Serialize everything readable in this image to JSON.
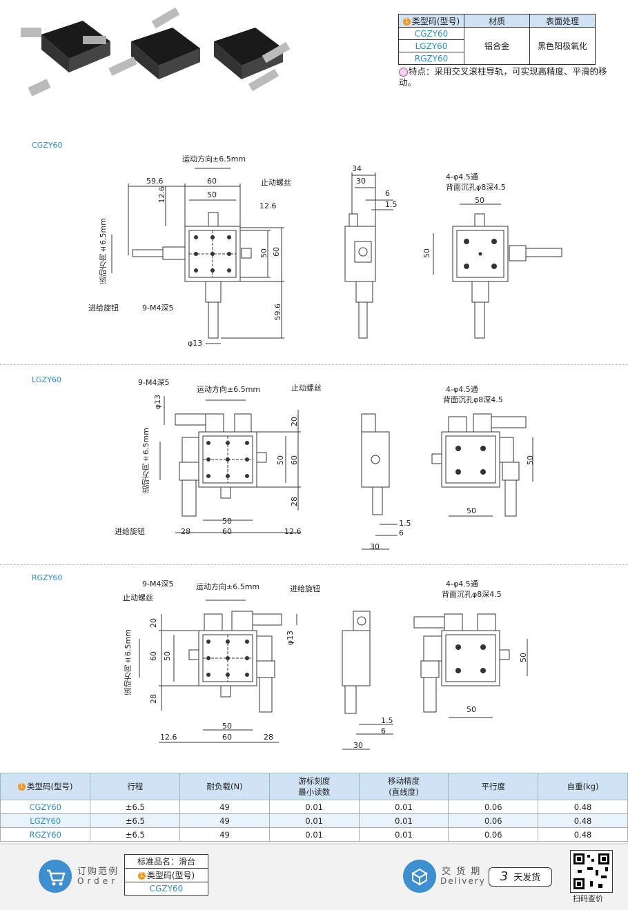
{
  "spec_table": {
    "headers": {
      "type_code": "类型码(型号)",
      "material": "材质",
      "surface": "表面处理"
    },
    "badge": "1",
    "rows": [
      "CGZY60",
      "LGZY60",
      "RGZY60"
    ],
    "material": "铝合金",
    "surface": "黑色阳极氧化"
  },
  "feature": {
    "label": "特点：",
    "text": "采用交叉滚柱导轨，可实现高精度、平滑的移动。"
  },
  "sections": [
    {
      "id": "CGZY60",
      "label": "CGZY60"
    },
    {
      "id": "LGZY60",
      "label": "LGZY60"
    },
    {
      "id": "RGZY60",
      "label": "RGZY60"
    }
  ],
  "drawing_labels": {
    "motion_dir": "运动方向±6.5mm",
    "stop_screw": "止动螺丝",
    "feed_knob": "进给旋钮",
    "tap_holes": "9-M4深5",
    "thru_holes": "4-φ4.5通",
    "counterbore": "背面沉孔φ8深4.5",
    "diam": "φ13",
    "d59_6": "59.6",
    "d60": "60",
    "d50": "50",
    "d12_6": "12.6",
    "d34": "34",
    "d30": "30",
    "d6": "6",
    "d1_5": "1.5",
    "d20": "20",
    "d28": "28"
  },
  "params": {
    "headers": [
      "类型码(型号)",
      "行程",
      "耐负载(N)",
      "游标刻度最小读数",
      "移动精度(直线度)",
      "平行度",
      "自重(kg)"
    ],
    "header_lines": {
      "vernier_1": "游标刻度",
      "vernier_2": "最小读数",
      "acc_1": "移动精度",
      "acc_2": "(直线度)"
    },
    "rows": [
      [
        "CGZY60",
        "±6.5",
        "49",
        "0.01",
        "0.01",
        "0.06",
        "0.48"
      ],
      [
        "LGZY60",
        "±6.5",
        "49",
        "0.01",
        "0.01",
        "0.06",
        "0.48"
      ],
      [
        "RGZY60",
        "±6.5",
        "49",
        "0.01",
        "0.01",
        "0.06",
        "0.48"
      ]
    ]
  },
  "footer": {
    "order_cn": "订购范例",
    "order_en": "Order",
    "std_name": "标准品名：滑台",
    "type_code": "类型码(型号)",
    "example": "CGZY60",
    "delivery_cn": "交 货 期",
    "delivery_en": "Delivery",
    "days_num": "3",
    "days_text": "天发货",
    "qr_text": "扫码查价"
  },
  "colors": {
    "accent": "#2a8fcc",
    "header_bg": "#cfe3f4",
    "badge": "#f39a1e"
  }
}
